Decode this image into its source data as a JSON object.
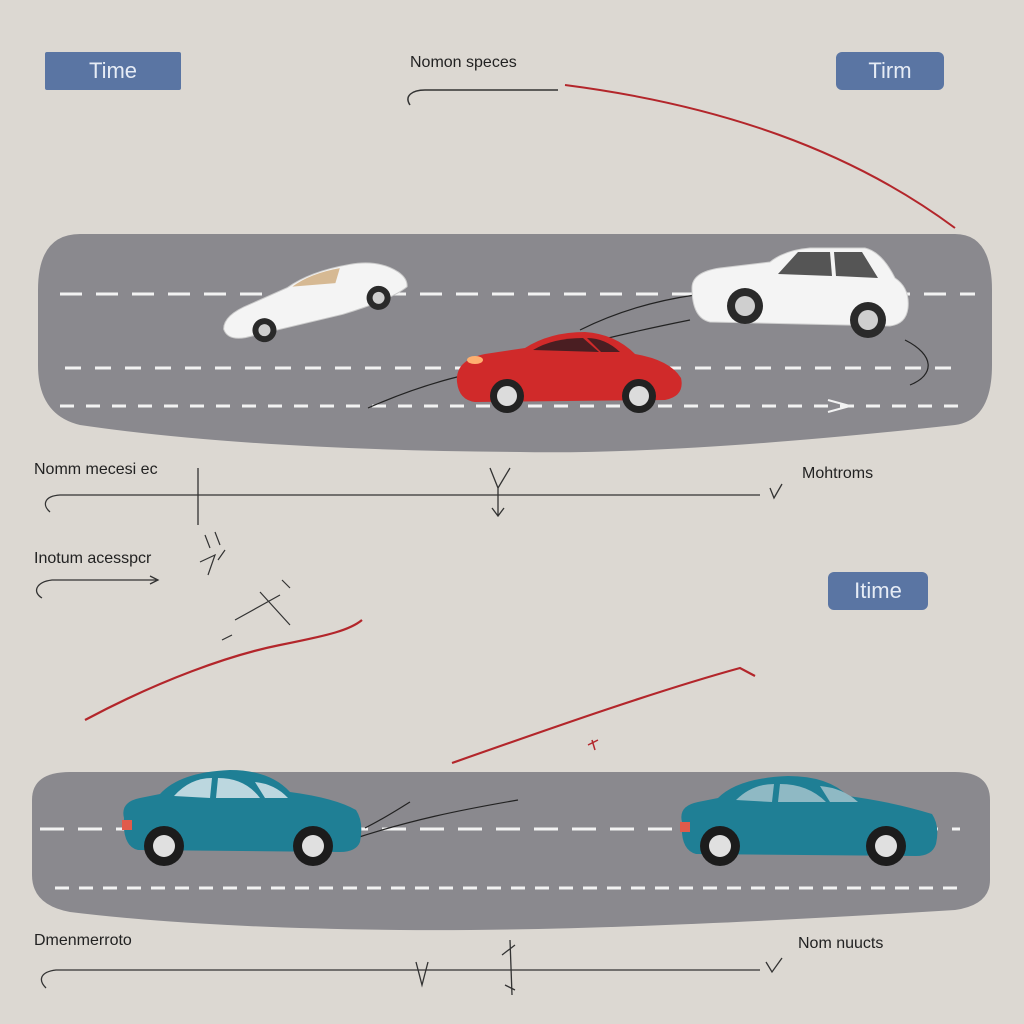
{
  "tags": {
    "top_left": "Time",
    "top_right": "Tirm",
    "mid_right": "Itime"
  },
  "labels": {
    "top_center": "Nomon speces",
    "upper_axis_left": "Nomm mecesi ec",
    "upper_axis_right": "Mohtroms",
    "second_axis_left": "Inotum acesspcr",
    "lower_axis_left": "Dmenmerroto",
    "lower_axis_right": "Nom nuucts"
  },
  "colors": {
    "background": "#dcd8d2",
    "road": "#8a898e",
    "lane_marking": "#f2f2f2",
    "tag": "#5a75a3",
    "curve_red": "#b3262b",
    "car_white": "#f4f4f4",
    "car_red": "#d02a2a",
    "car_teal": "#1f7f95"
  },
  "icons": [
    "white-car-icon",
    "red-car-icon",
    "teal-car-icon"
  ]
}
